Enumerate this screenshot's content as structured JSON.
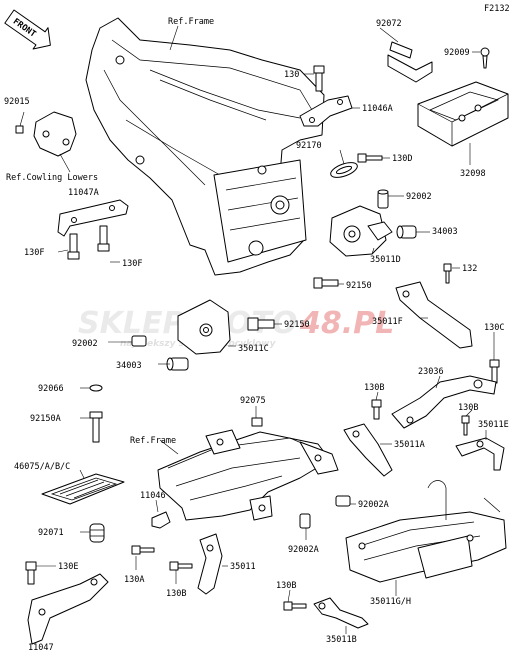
{
  "diagram_code": "F2132",
  "front_arrow_label": "FRONT",
  "watermark": {
    "brand_a": "SKLEP",
    "brand_b": "MOTO",
    "brand_c": "48.PL",
    "tagline": "najwiekszy sklep motocyklowy",
    "color": "#cc1f1f"
  },
  "colors": {
    "line": "#000000",
    "paper": "#ffffff"
  },
  "labels": [
    {
      "id": "ref_frame_top",
      "text": "Ref.Frame"
    },
    {
      "id": "p92072",
      "text": "92072"
    },
    {
      "id": "p92009",
      "text": "92009"
    },
    {
      "id": "p130_top",
      "text": "130"
    },
    {
      "id": "p11046A",
      "text": "11046A"
    },
    {
      "id": "p92015",
      "text": "92015"
    },
    {
      "id": "p92170",
      "text": "92170"
    },
    {
      "id": "p130D",
      "text": "130D"
    },
    {
      "id": "p32098",
      "text": "32098"
    },
    {
      "id": "ref_cowling",
      "text": "Ref.Cowling Lowers"
    },
    {
      "id": "p11047A",
      "text": "11047A"
    },
    {
      "id": "p92002_r",
      "text": "92002"
    },
    {
      "id": "p34003_r",
      "text": "34003"
    },
    {
      "id": "p35011D",
      "text": "35011D"
    },
    {
      "id": "p130F_a",
      "text": "130F"
    },
    {
      "id": "p130F_b",
      "text": "130F"
    },
    {
      "id": "p132",
      "text": "132"
    },
    {
      "id": "p92150_r",
      "text": "92150"
    },
    {
      "id": "p35011F",
      "text": "35011F"
    },
    {
      "id": "p92150_m",
      "text": "92150"
    },
    {
      "id": "p92002_l",
      "text": "92002"
    },
    {
      "id": "p35011C",
      "text": "35011C"
    },
    {
      "id": "p130C",
      "text": "130C"
    },
    {
      "id": "p34003_l",
      "text": "34003"
    },
    {
      "id": "p23036",
      "text": "23036"
    },
    {
      "id": "p92066",
      "text": "92066"
    },
    {
      "id": "p130B_1",
      "text": "130B"
    },
    {
      "id": "p92150A",
      "text": "92150A"
    },
    {
      "id": "p92075",
      "text": "92075"
    },
    {
      "id": "p130B_2",
      "text": "130B"
    },
    {
      "id": "p35011E",
      "text": "35011E"
    },
    {
      "id": "ref_frame_mid",
      "text": "Ref.Frame"
    },
    {
      "id": "p35011A",
      "text": "35011A"
    },
    {
      "id": "p46075",
      "text": "46075/A/B/C"
    },
    {
      "id": "p11046",
      "text": "11046"
    },
    {
      "id": "p92002A_a",
      "text": "92002A"
    },
    {
      "id": "p92071",
      "text": "92071"
    },
    {
      "id": "p92002A_b",
      "text": "92002A"
    },
    {
      "id": "p130E",
      "text": "130E"
    },
    {
      "id": "p35011",
      "text": "35011"
    },
    {
      "id": "p130A",
      "text": "130A"
    },
    {
      "id": "p130B_3",
      "text": "130B"
    },
    {
      "id": "p35011GH",
      "text": "35011G/H"
    },
    {
      "id": "p130B_4",
      "text": "130B"
    },
    {
      "id": "p11047",
      "text": "11047"
    },
    {
      "id": "p35011B",
      "text": "35011B"
    }
  ]
}
